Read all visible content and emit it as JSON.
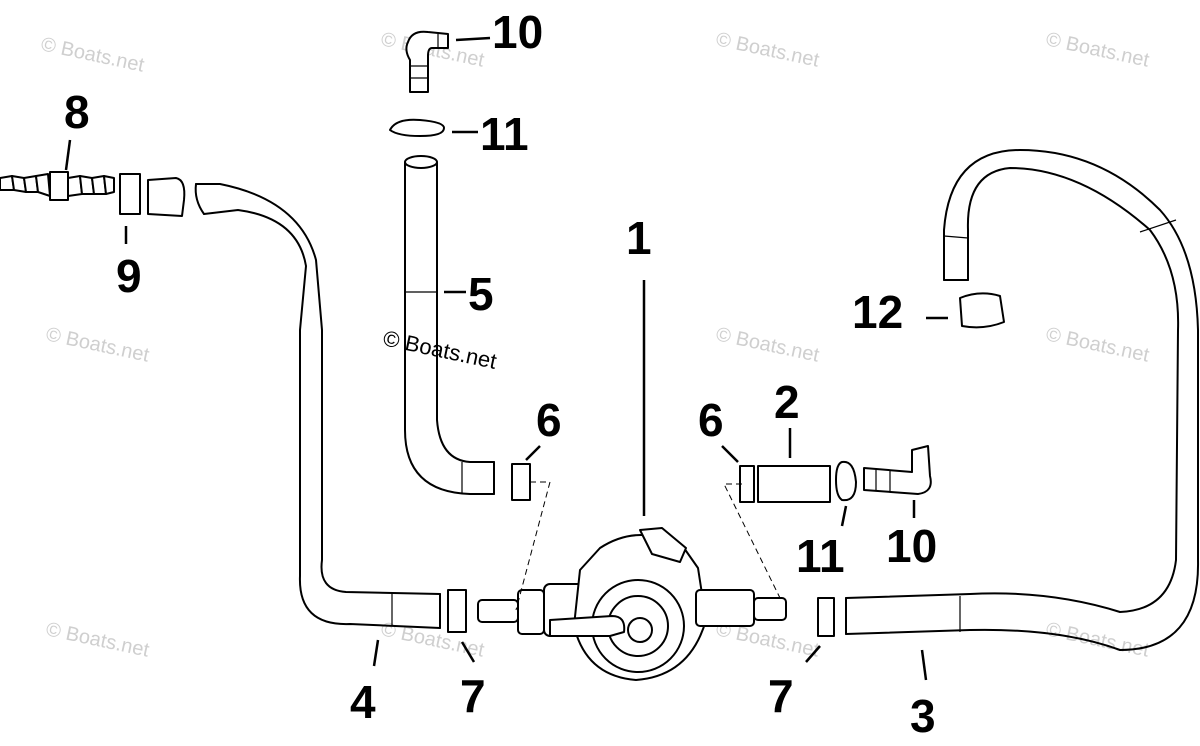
{
  "watermark": "© Boats.net",
  "callouts": [
    {
      "id": "c1",
      "label": "1"
    },
    {
      "id": "c2",
      "label": "2"
    },
    {
      "id": "c3",
      "label": "3"
    },
    {
      "id": "c4",
      "label": "4"
    },
    {
      "id": "c5",
      "label": "5"
    },
    {
      "id": "c6a",
      "label": "6"
    },
    {
      "id": "c6b",
      "label": "6"
    },
    {
      "id": "c7a",
      "label": "7"
    },
    {
      "id": "c7b",
      "label": "7"
    },
    {
      "id": "c8",
      "label": "8"
    },
    {
      "id": "c9",
      "label": "9"
    },
    {
      "id": "c10a",
      "label": "10"
    },
    {
      "id": "c10b",
      "label": "10"
    },
    {
      "id": "c11a",
      "label": "11"
    },
    {
      "id": "c11b",
      "label": "11"
    },
    {
      "id": "c12",
      "label": "12"
    }
  ]
}
